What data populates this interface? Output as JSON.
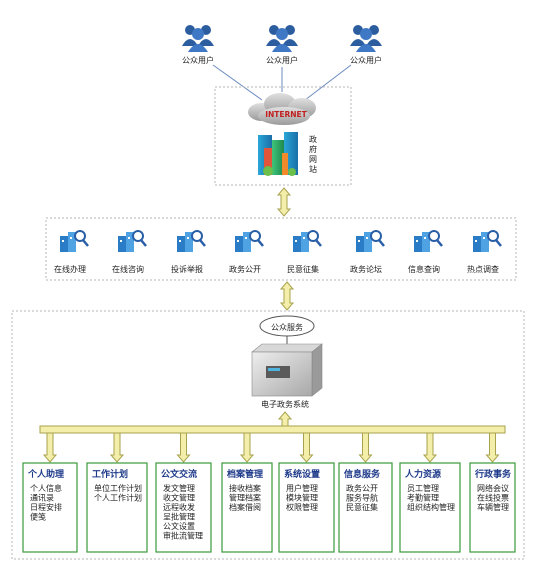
{
  "top": {
    "users": [
      "公众用户",
      "公众用户",
      "公众用户"
    ],
    "internet_label": "INTERNET",
    "gov_site_label": [
      "政",
      "府",
      "网",
      "站"
    ]
  },
  "services": [
    {
      "label": "在线办理",
      "icon": "building-search-icon"
    },
    {
      "label": "在线咨询",
      "icon": "building-search-icon"
    },
    {
      "label": "投诉举报",
      "icon": "building-search-icon"
    },
    {
      "label": "政务公开",
      "icon": "building-search-icon"
    },
    {
      "label": "民意征集",
      "icon": "building-search-icon"
    },
    {
      "label": "政务论坛",
      "icon": "building-search-icon"
    },
    {
      "label": "信息查询",
      "icon": "building-search-icon"
    },
    {
      "label": "热点调查",
      "icon": "building-search-icon"
    }
  ],
  "middle": {
    "public_service": "公众服务",
    "system_label": "电子政务系统"
  },
  "modules": [
    {
      "title": "个人助理",
      "items": [
        "个人信息",
        "通讯录",
        "日程安排",
        "便笺"
      ]
    },
    {
      "title": "工作计划",
      "items": [
        "单位工作计划",
        "个人工作计划"
      ]
    },
    {
      "title": "公文交流",
      "items": [
        "发文管理",
        "收文管理",
        "远程收发",
        "呈批管理",
        "公文设置",
        "审批流管理"
      ]
    },
    {
      "title": "档案管理",
      "items": [
        "接收档案",
        "管理档案",
        "档案借阅"
      ]
    },
    {
      "title": "系统设置",
      "items": [
        "用户管理",
        "模块管理",
        "权限管理"
      ]
    },
    {
      "title": "信息服务",
      "items": [
        "政务公开",
        "服务导航",
        "民意征集"
      ]
    },
    {
      "title": "人力资源",
      "items": [
        "员工管理",
        "考勤管理",
        "组织结构管理"
      ]
    },
    {
      "title": "行政事务",
      "items": [
        "网络会议",
        "在线投票",
        "车辆管理"
      ]
    }
  ],
  "colors": {
    "module_border": "#3a9a3a",
    "bus_fill": "#f3efaa",
    "bus_stroke": "#a9a24e",
    "dashed": "#b5b5b5",
    "title_blue": "#1e3a8a"
  }
}
